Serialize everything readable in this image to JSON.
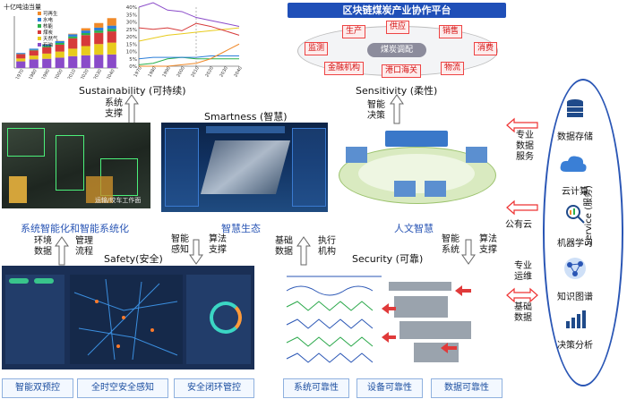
{
  "top_left_chart": {
    "ylabel": "十亿吨油当量",
    "legend": [
      "可再生",
      "水电",
      "核能",
      "煤炭",
      "天然气",
      "石油"
    ],
    "colors": {
      "可再生": "#f08a2a",
      "水电": "#2a7dd9",
      "核能": "#2ab04a",
      "煤炭": "#d63a3a",
      "天然气": "#e8cb1c",
      "石油": "#8a4bc9"
    },
    "categories": [
      "1970",
      "1980",
      "1990",
      "2000",
      "2010",
      "2020",
      "2030",
      "2040"
    ],
    "series": [
      {
        "name": "石油",
        "values": [
          2.3,
          3.0,
          3.2,
          3.6,
          4.1,
          4.4,
          4.6,
          4.7
        ]
      },
      {
        "name": "天然气",
        "values": [
          1.0,
          1.3,
          1.8,
          2.1,
          2.6,
          3.2,
          3.7,
          4.1
        ]
      },
      {
        "name": "煤炭",
        "values": [
          1.5,
          1.8,
          2.2,
          2.4,
          3.6,
          3.8,
          3.9,
          3.9
        ]
      },
      {
        "name": "核能",
        "values": [
          0.1,
          0.2,
          0.5,
          0.6,
          0.6,
          0.7,
          0.8,
          0.9
        ]
      },
      {
        "name": "水电",
        "values": [
          0.3,
          0.4,
          0.5,
          0.6,
          0.8,
          0.9,
          1.0,
          1.1
        ]
      },
      {
        "name": "可再生",
        "values": [
          0.0,
          0.0,
          0.1,
          0.1,
          0.2,
          0.8,
          1.6,
          2.6
        ]
      }
    ],
    "ylim": [
      0,
      18
    ]
  },
  "top_mid_chart": {
    "yticks": [
      "0%",
      "5%",
      "10%",
      "15%",
      "20%",
      "25%",
      "30%",
      "35%",
      "40%"
    ],
    "xticks": [
      "1970",
      "1980",
      "1990",
      "2000",
      "2010",
      "2020",
      "2030",
      "2040"
    ],
    "series": [
      {
        "name": "石油",
        "color": "#8a4bc9",
        "values": [
          40,
          43,
          38,
          37,
          33,
          31,
          29,
          27
        ]
      },
      {
        "name": "天然气",
        "color": "#e8cb1c",
        "values": [
          17,
          19,
          21,
          22,
          23,
          24,
          25,
          26
        ]
      },
      {
        "name": "煤炭",
        "color": "#d63a3a",
        "values": [
          26,
          25,
          26,
          24,
          29,
          27,
          24,
          21
        ]
      },
      {
        "name": "核能",
        "color": "#2ab04a",
        "values": [
          1,
          2,
          5,
          6,
          5,
          5,
          5,
          5
        ]
      },
      {
        "name": "水电",
        "color": "#2a7dd9",
        "values": [
          5,
          6,
          6,
          6,
          6,
          7,
          7,
          7
        ]
      },
      {
        "name": "可再生",
        "color": "#f08a2a",
        "values": [
          0,
          0,
          0,
          1,
          2,
          5,
          10,
          15
        ]
      }
    ],
    "ylim": [
      0,
      40
    ]
  },
  "labels": {
    "sustainability": "Sustainability (可持续)",
    "sensitivity": "Sensitivity (柔性)",
    "smartness": "Smartness (智慧)",
    "safety": "Safety(安全)",
    "security": "Security (可靠)",
    "service": "Service (服务)",
    "system_support": "系统\n支撑",
    "smart_decision": "智能\n决策",
    "system_intelligent": "系统智能化和智能系统化",
    "smart_eco": "智慧生态",
    "humanistic": "人文智慧",
    "env_data": "环境\n数据",
    "mgmt_flow": "管理\n流程",
    "smart_sense": "智能\n感知",
    "algo_support_1": "算法\n支撑",
    "base_data": "基础\n数据",
    "exec_org": "执行\n机构",
    "smart_system": "智能\n系统",
    "algo_support_2": "算法\n支撑",
    "pro_data_service": "专业\n数据\n服务",
    "public_cloud": "公有云",
    "pro_ops": "专业\n运维",
    "base_data_2": "基础\n数据",
    "video_caption": "运输/绞车工作面"
  },
  "platform": {
    "title": "区块链煤炭产业协作平台",
    "center": "煤炭调配",
    "nodes": [
      "生产",
      "供应",
      "销售",
      "监测",
      "消费",
      "金融机构",
      "港口海关",
      "物流"
    ]
  },
  "bottom_tags": [
    "智能双预控",
    "全时空安全感知",
    "安全闭环管控",
    "系统可靠性",
    "设备可靠性",
    "数据可靠性"
  ],
  "services": [
    "数据存储",
    "云计算",
    "机器学习",
    "知识图谱",
    "决策分析"
  ]
}
